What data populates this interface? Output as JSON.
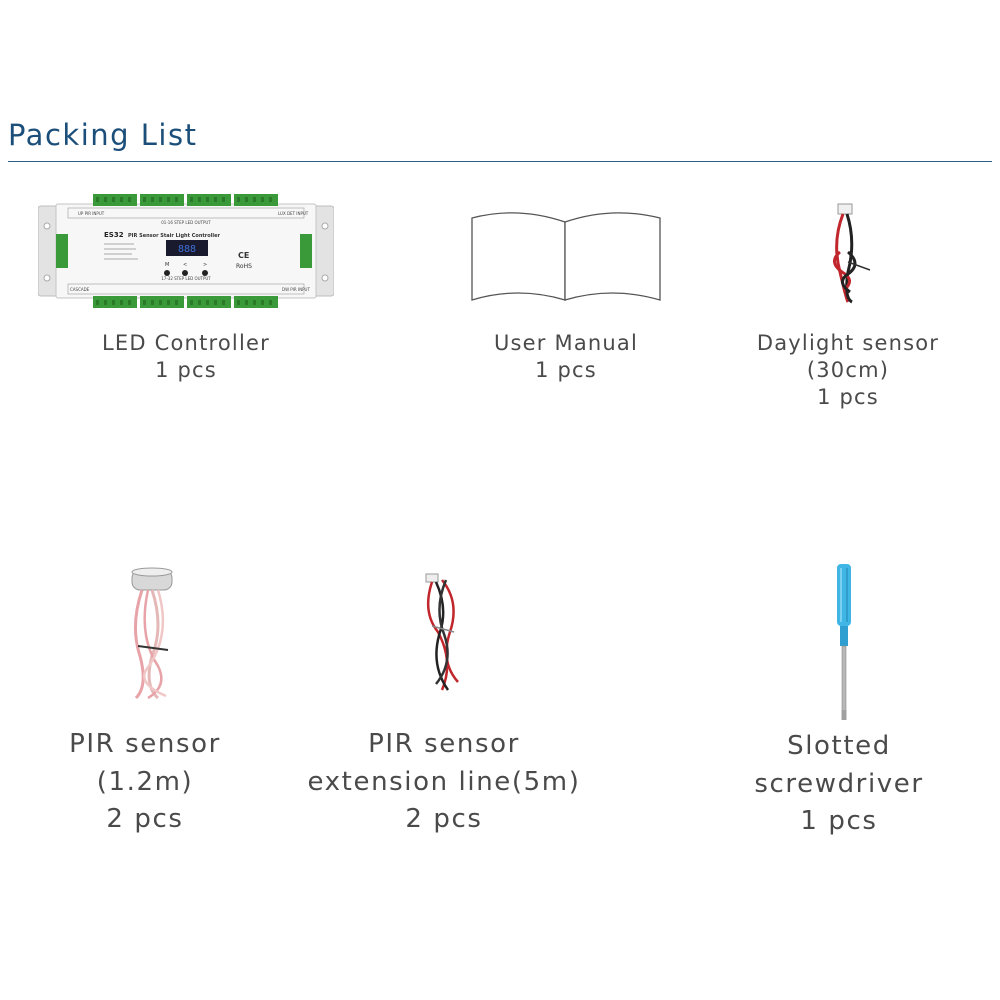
{
  "heading": "Packing List",
  "items": [
    {
      "name": "LED Controller",
      "qty": "1 pcs",
      "device": {
        "model": "ES32",
        "title": "PIR Sensor Stair Light Controller",
        "top_output": "01-16 STEP LED OUTPUT",
        "bottom_output": "17-32 STEP LED OUTPUT",
        "up_pir": "UP PIR INPUT",
        "lux_det": "LUX DET INPUT",
        "cascade": "CASCADE",
        "dw_pir": "DW PIR INPUT",
        "ce": "CE",
        "rohs": "RoHS",
        "btn_m": "M",
        "btn_prev": "<",
        "btn_next": ">"
      }
    },
    {
      "name": "User Manual",
      "qty": "1 pcs"
    },
    {
      "name": "Daylight sensor",
      "name2": "(30cm)",
      "qty": "1 pcs"
    },
    {
      "name": "PIR sensor",
      "name2": "(1.2m)",
      "qty": "2 pcs"
    },
    {
      "name": "PIR sensor",
      "name2": "extension line(5m)",
      "qty": "2 pcs"
    },
    {
      "name": "Slotted",
      "name2": "screwdriver",
      "qty": "1 pcs"
    }
  ],
  "colors": {
    "heading": "#1b4f7a",
    "rule": "#2a5f8a",
    "terminal_green": "#3a9a3a",
    "wire_red": "#c0262c",
    "screwdriver_blue": "#3fb6e6"
  }
}
